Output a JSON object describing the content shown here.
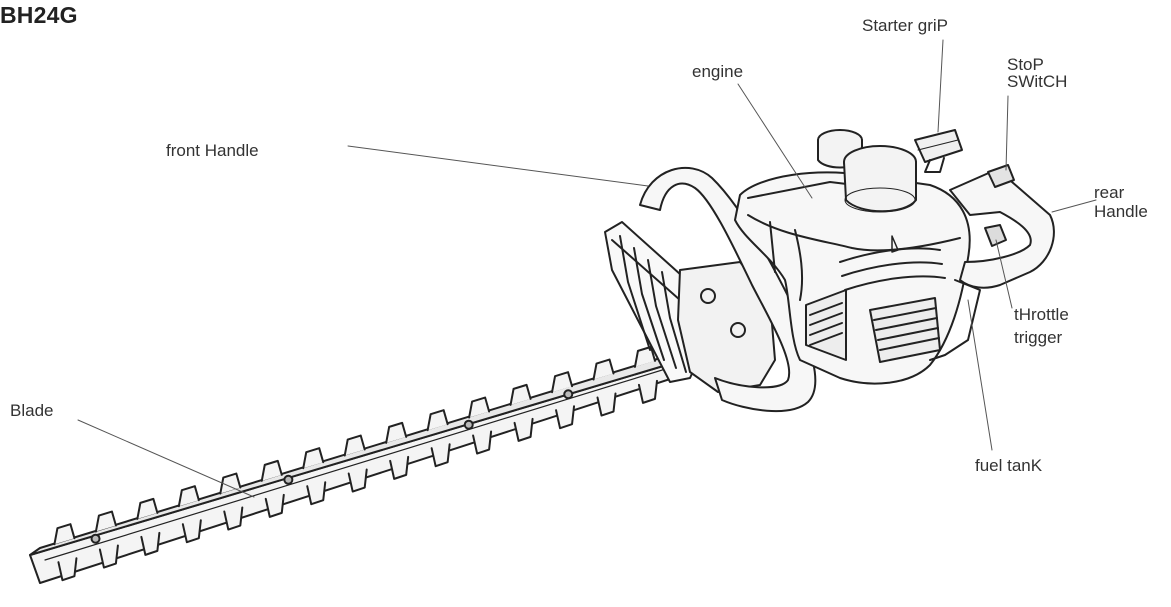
{
  "title": "BH24G",
  "labels": {
    "starter_grip": "Starter griP",
    "engine": "engine",
    "stop_switch": "StoP\nSWitCH",
    "front_handle": "front Handle",
    "rear_handle": "rear\nHandle",
    "throttle_trigger": "tHrottle\ntrigger",
    "blade": "Blade",
    "fuel_tank": "fuel tanK"
  },
  "colors": {
    "ink": "#222222",
    "fill_light": "#f7f7f7",
    "fill_mid": "#ececec"
  }
}
